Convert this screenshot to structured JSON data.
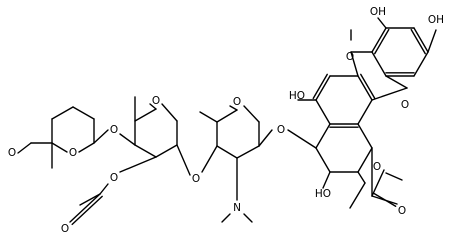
{
  "molecule": {
    "atom_labels": {
      "oh_peri_top": "OH",
      "oh_ring_d": "OH",
      "quinone_o_top": "O",
      "quinone_o_bottom": "O",
      "ho_ring_b": "HO",
      "ho_ring_a": "HO",
      "o_glycoside_aglycone": "O",
      "o_ester_carbonyl": "O",
      "o_ester_methoxy": "O",
      "o_ring_daunosamine": "O",
      "o_glycoside_2": "O",
      "n_dimethylamino": "N",
      "o_ring_sugar2": "O",
      "o_glycoside_3": "O",
      "o_acetate_link": "O",
      "o_acetate_carbonyl": "O",
      "o_ring_sugar3": "O",
      "o_ketone": "O"
    },
    "colors": {
      "bond": "#000000",
      "label": "#000000",
      "background": "#ffffff"
    }
  }
}
